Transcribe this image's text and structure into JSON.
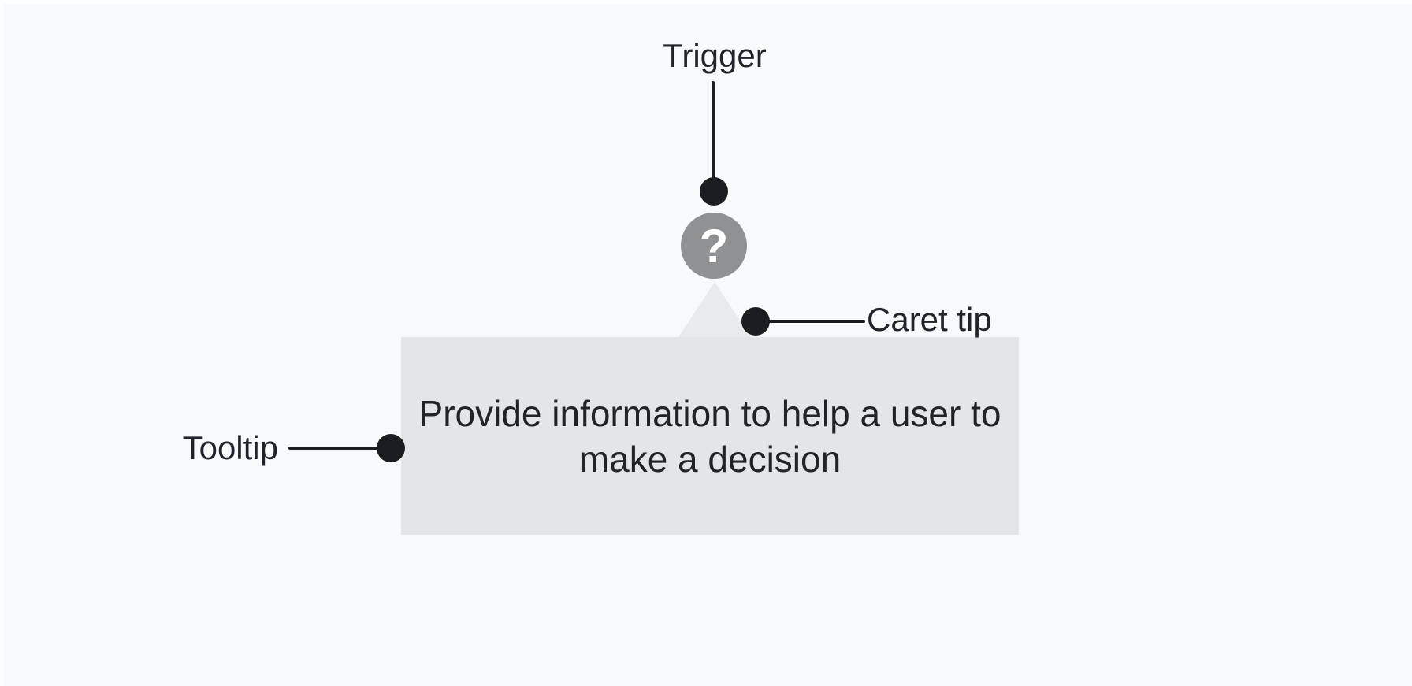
{
  "canvas": {
    "background": "#f8f9fb",
    "edge_highlight": "#fcfdfe"
  },
  "annotations": {
    "trigger_label": "Trigger",
    "caret_tip_label": "Caret tip",
    "tooltip_label": "Tooltip",
    "line_color": "#1b1d21",
    "label_text_color": "#202329"
  },
  "tooltip_component": {
    "trigger_icon": {
      "glyph": "?",
      "circle_color": "#8f9193",
      "glyph_color": "#ffffff"
    },
    "caret_color": "#e9eaeb",
    "box_color": "#e4e5e6",
    "body_text": "Provide information to help a user to make a decision",
    "body_lines": [
      "Provide information to help a user to",
      "make a decision"
    ],
    "body_text_color": "#212327"
  }
}
